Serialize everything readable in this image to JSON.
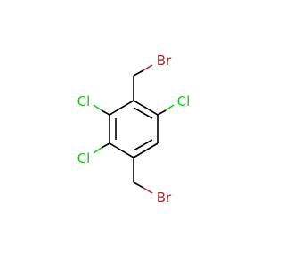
{
  "molecule": {
    "atoms": {
      "br_top": "Br",
      "br_bottom": "Br",
      "cl_upper_left": "Cl",
      "cl_upper_right": "Cl",
      "cl_lower_left": "Cl"
    },
    "colors": {
      "bond": "#000000",
      "chlorine": "#1fc41f",
      "bromine": "#a52a2a",
      "background": "#ffffff"
    }
  }
}
